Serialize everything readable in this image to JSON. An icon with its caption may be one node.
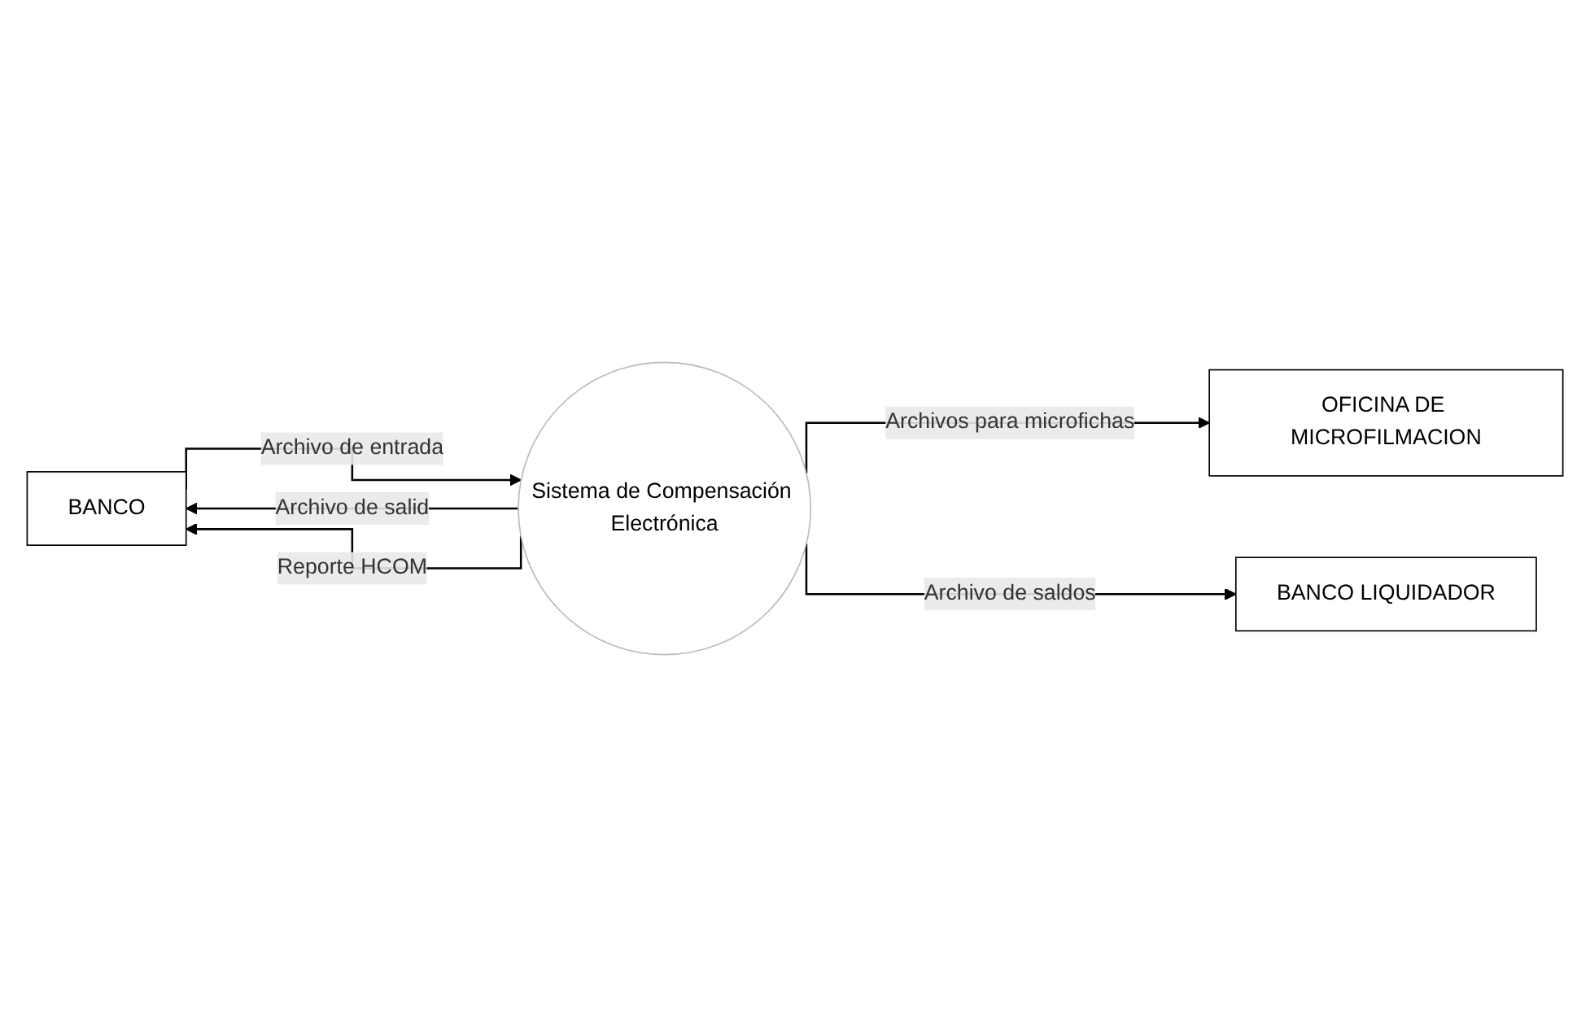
{
  "diagram": {
    "nodes": [
      {
        "text": [
          "BANCO"
        ]
      },
      {
        "text": [
          "Sistema de Compensación Electrónica"
        ]
      },
      {
        "text": [
          "OFICINA DE MICROFILMACION"
        ]
      },
      {
        "text": [
          "BANCO LIQUIDADOR"
        ]
      }
    ],
    "edges": [
      {
        "from": 1,
        "to": 0,
        "arrow": "to",
        "label": "Archivo de salid"
      },
      {
        "from": 0,
        "to": 1,
        "arrow": "to",
        "label": "Archivo de entrada"
      },
      {
        "from": 1,
        "to": 0,
        "arrow": "to",
        "label": "Reporte HCOM"
      },
      {
        "from": 1,
        "to": 2,
        "arrow": "to",
        "label": "Archivos para microfichas"
      },
      {
        "from": 1,
        "to": 3,
        "arrow": "to",
        "label": "Archivo de saldos"
      }
    ]
  }
}
